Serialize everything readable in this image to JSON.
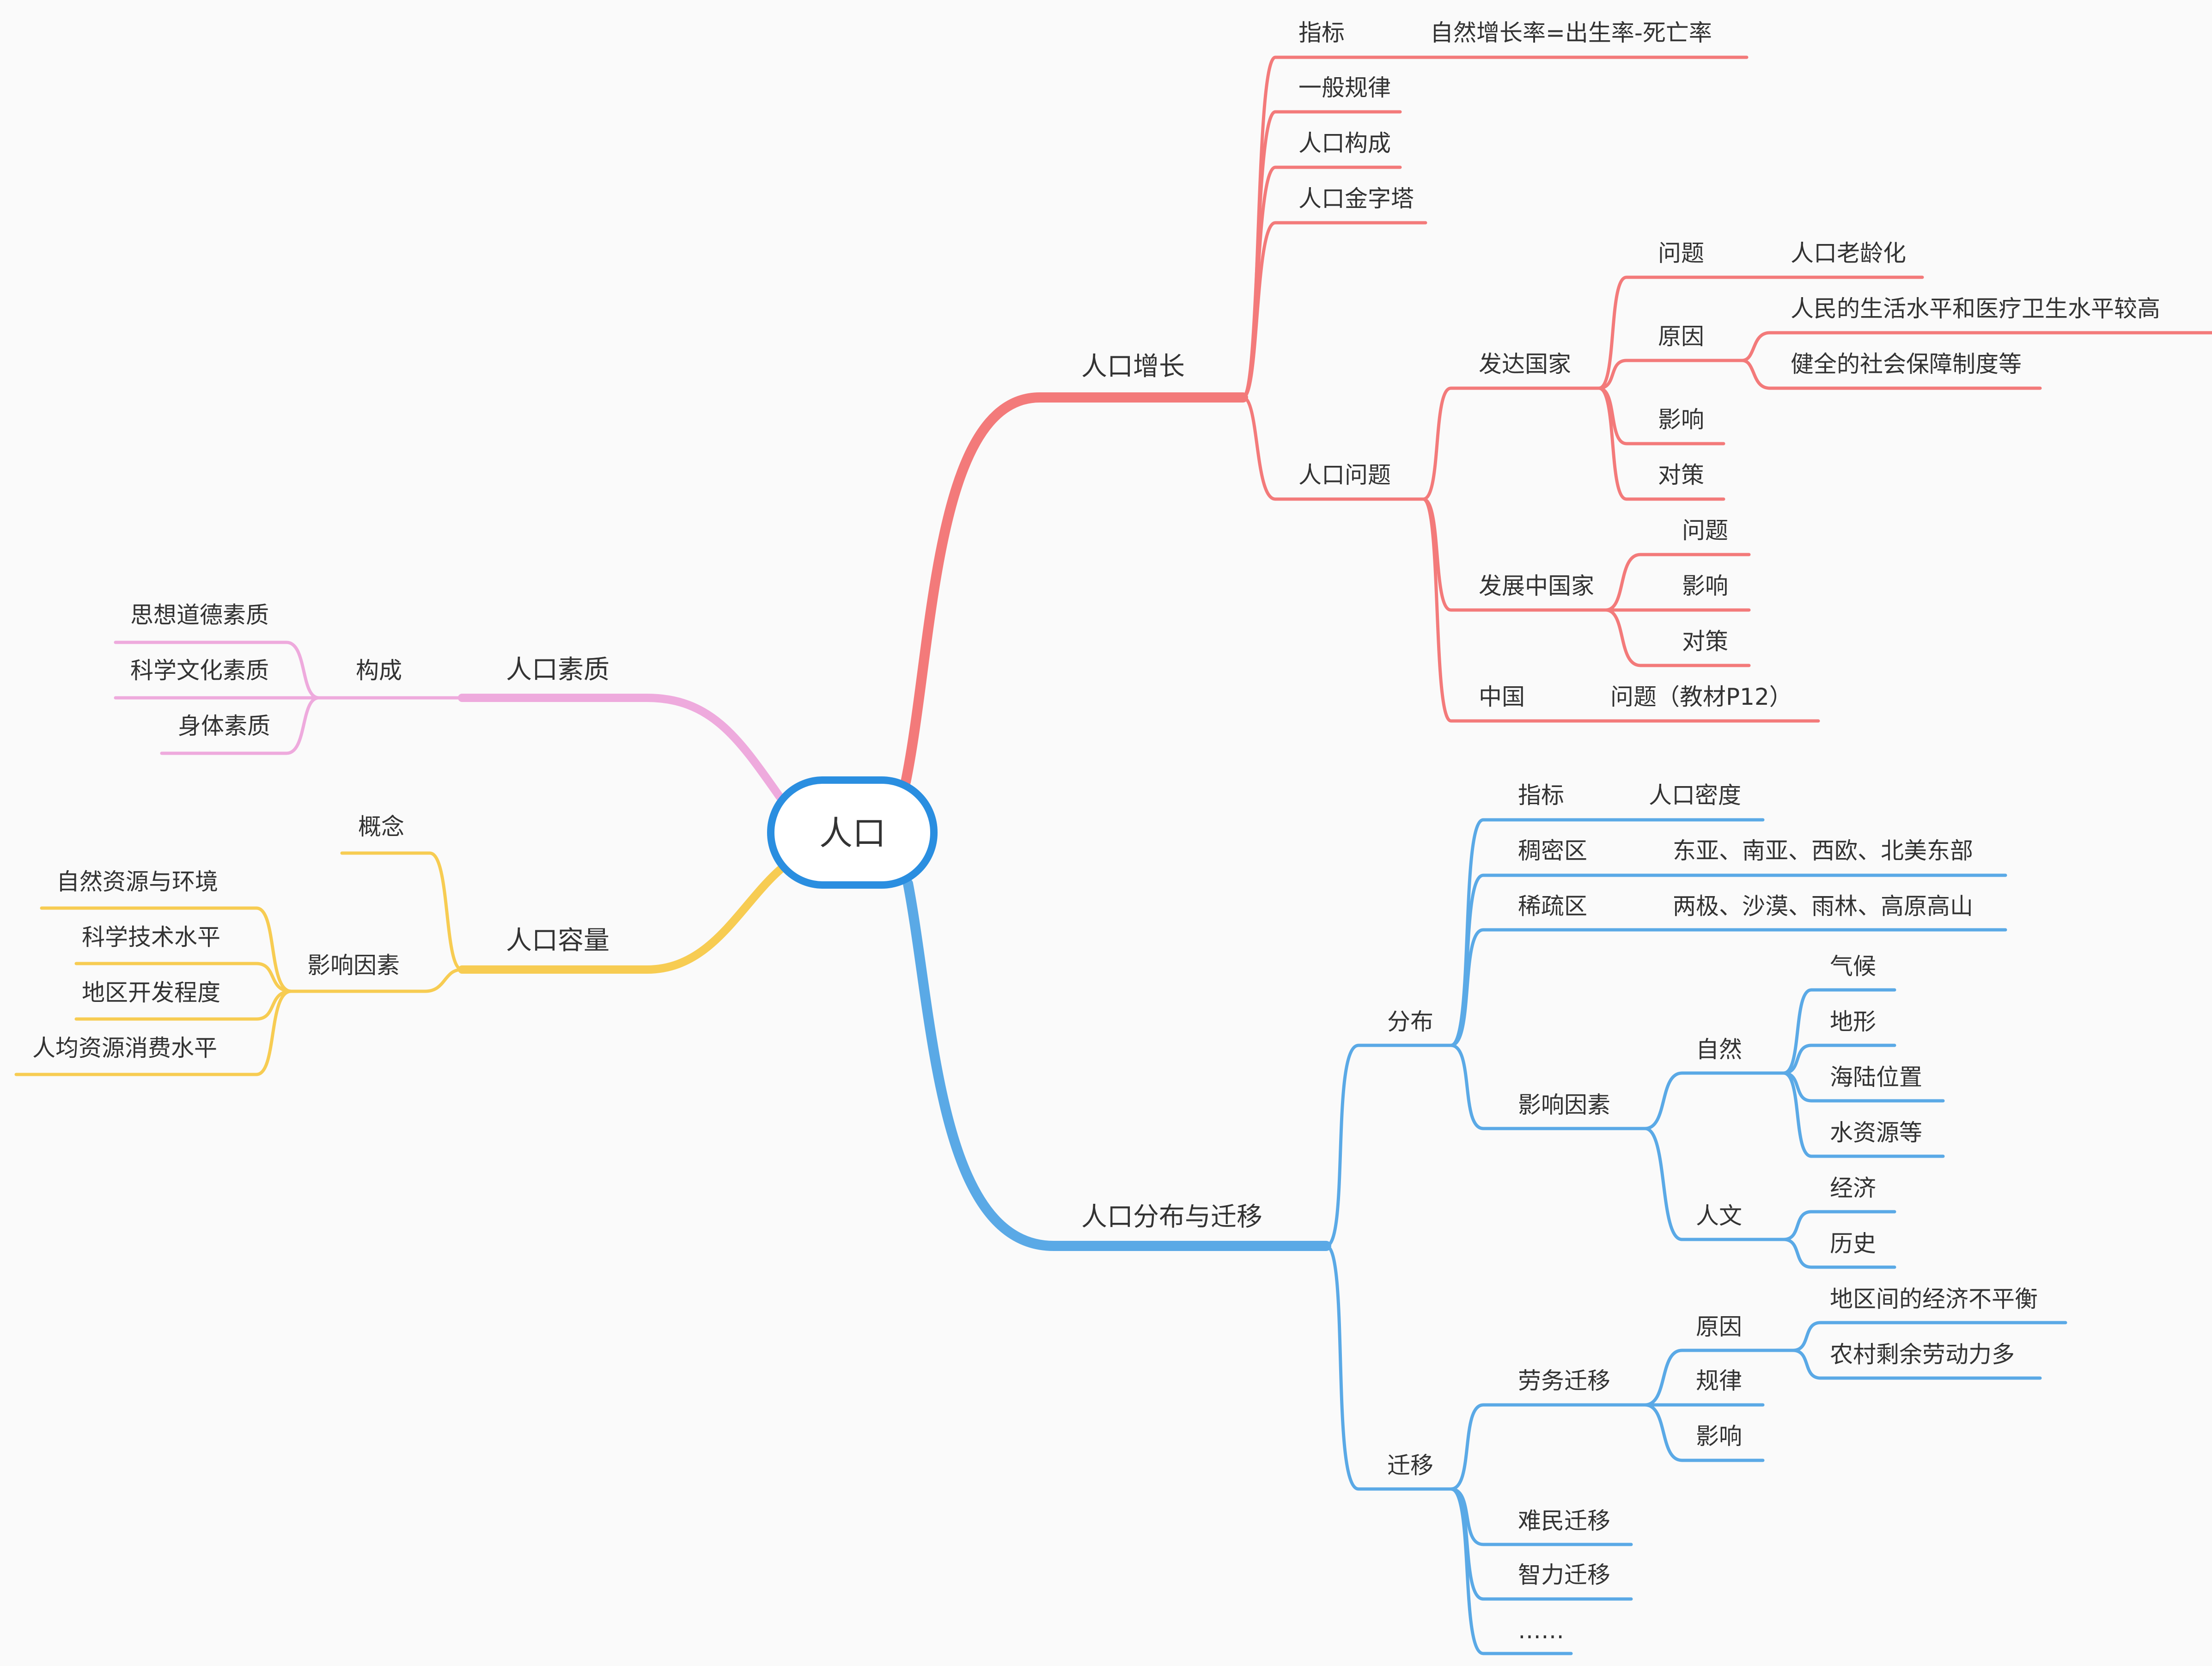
{
  "root": {
    "label": "人口",
    "color": "#2a8ee0"
  },
  "branches": {
    "growth": {
      "label": "人口增长",
      "color": "#f37a7a",
      "indicator": "指标",
      "indicator_value": "自然增长率=出生率-死亡率",
      "general_law": "一般规律",
      "composition": "人口构成",
      "pyramid": "人口金字塔",
      "problems": "人口问题",
      "developed": "发达国家",
      "dev_issue": "问题",
      "dev_issue_value": "人口老龄化",
      "dev_cause": "原因",
      "dev_cause_1": "人民的生活水平和医疗卫生水平较高",
      "dev_cause_2": "健全的社会保障制度等",
      "dev_impact": "影响",
      "dev_policy": "对策",
      "developing": "发展中国家",
      "dvg_issue": "问题",
      "dvg_impact": "影响",
      "dvg_policy": "对策",
      "china": "中国",
      "china_issue": "问题（教材P12）"
    },
    "quality": {
      "label": "人口素质",
      "color": "#eeaadd",
      "composition": "构成",
      "items": [
        "思想道德素质",
        "科学文化素质",
        "身体素质"
      ]
    },
    "capacity": {
      "label": "人口容量",
      "color": "#f7cc52",
      "concept": "概念",
      "factors": "影响因素",
      "factor_items": [
        "自然资源与环境",
        "科学技术水平",
        "地区开发程度",
        "人均资源消费水平"
      ]
    },
    "distribution": {
      "label": "人口分布与迁移",
      "color": "#5aa9e6",
      "dist": "分布",
      "indicator": "指标",
      "indicator_value": "人口密度",
      "dense": "稠密区",
      "dense_value": "东亚、南亚、西欧、北美东部",
      "sparse": "稀疏区",
      "sparse_value": "两极、沙漠、雨林、高原高山",
      "factors": "影响因素",
      "natural": "自然",
      "natural_items": [
        "气候",
        "地形",
        "海陆位置",
        "水资源等"
      ],
      "human": "人文",
      "human_items": [
        "经济",
        "历史"
      ],
      "migration": "迁移",
      "labor": "劳务迁移",
      "labor_cause": "原因",
      "labor_cause_items": [
        "地区间的经济不平衡",
        "农村剩余劳动力多"
      ],
      "labor_law": "规律",
      "labor_impact": "影响",
      "refugee": "难民迁移",
      "brain": "智力迁移",
      "more": "……"
    }
  }
}
